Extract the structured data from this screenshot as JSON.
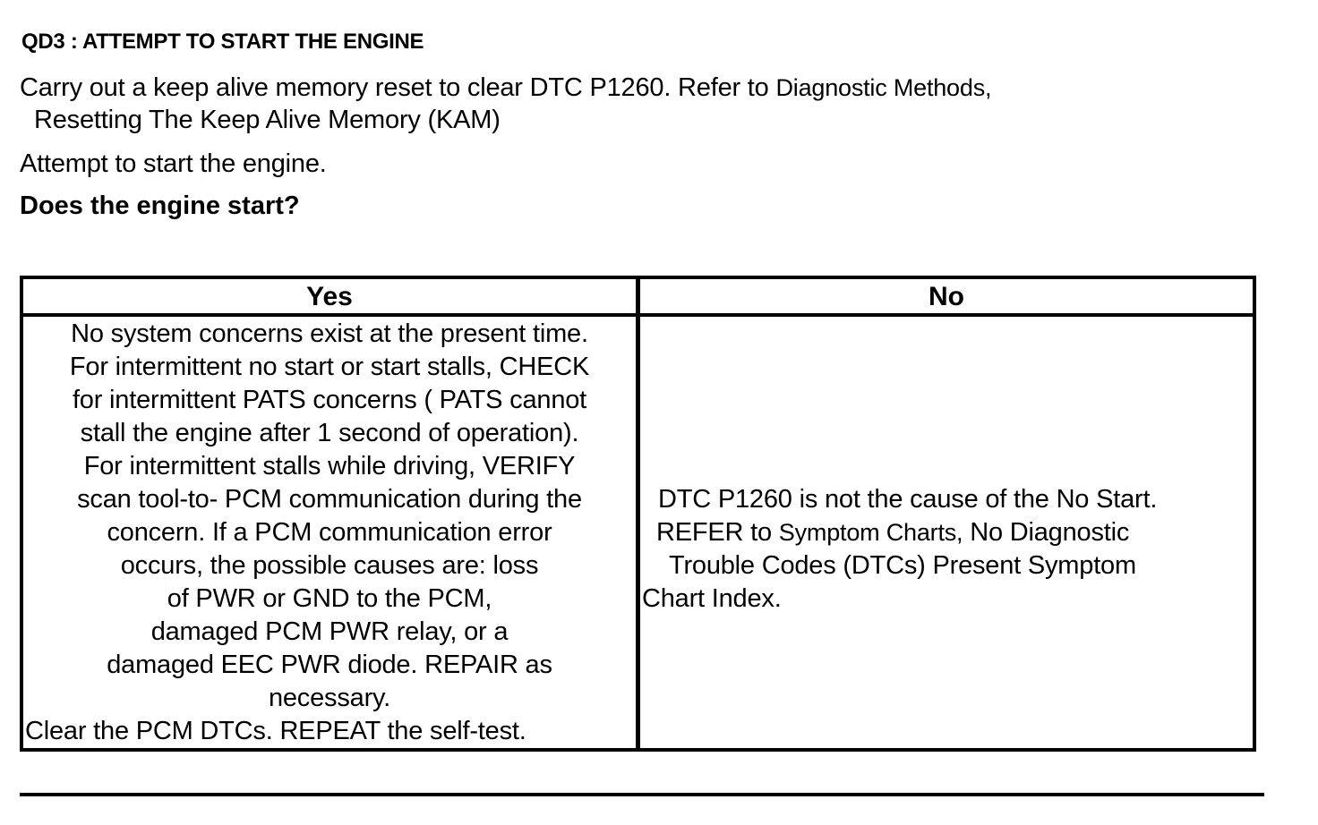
{
  "heading": "QD3 : ATTEMPT TO START THE ENGINE",
  "instructions": {
    "line1_main": "Carry out a keep alive memory reset to clear DTC P1260. Refer to ",
    "line1_ref": "Diagnostic Methods,",
    "line2": "Resetting The  Keep Alive Memory (KAM)",
    "line3": "Attempt to start the engine."
  },
  "question": "Does the engine start?",
  "table": {
    "headers": [
      "Yes",
      "No"
    ],
    "yes_lines": [
      "No system concerns exist at the present time.",
      "For intermittent no start or start stalls, CHECK",
      "for intermittent PATS concerns ( PATS cannot",
      "stall the engine after 1 second of operation).",
      "For intermittent stalls while driving, VERIFY",
      "scan tool-to- PCM communication during the",
      "concern. If a PCM communication error",
      "occurs, the possible causes are: loss",
      "of PWR or GND to the PCM,",
      "damaged PCM  PWR relay, or a",
      "damaged EEC  PWR diode. REPAIR as",
      "necessary.",
      "Clear the PCM DTCs. REPEAT the self-test."
    ],
    "no_lines": [
      "DTC P1260 is not the cause of the No Start.",
      "REFER to  ",
      "Symptom Charts,",
      "No Diagnostic",
      "Trouble  Codes (DTCs) Present Symptom",
      "Chart Index."
    ]
  }
}
